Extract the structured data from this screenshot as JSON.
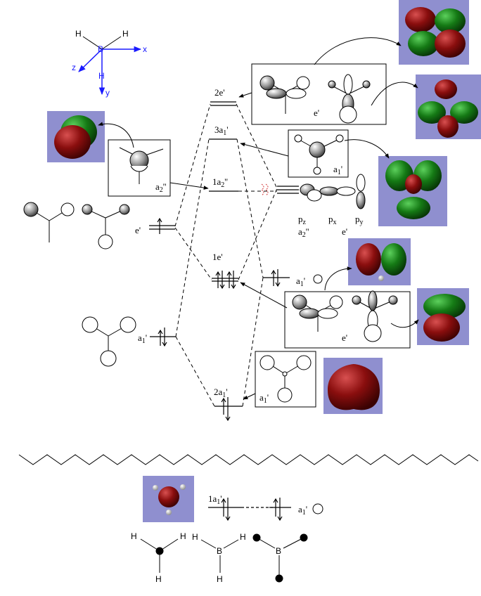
{
  "axes": {
    "x": "x",
    "y": "y",
    "z": "z"
  },
  "atoms": {
    "h": "H",
    "b": "B"
  },
  "levels": {
    "e2": "2e'",
    "a3_main": "3a",
    "a3_sub": "1",
    "a3_prime": "'",
    "a2pp_main": "1a",
    "a2pp_sub": "2",
    "a2pp_prime": "''",
    "e1": "1e'",
    "a2_main": "2a",
    "a2_sub": "1",
    "a2_prime": "'",
    "a1_main": "1a",
    "a1_sub": "1",
    "a1_prime": "'"
  },
  "sym": {
    "a1p_main": "a",
    "a1p_sub": "1",
    "a1p_prime": "'",
    "a2pp_main": "a",
    "a2pp_sub": "2",
    "a2pp_prime": "''",
    "ep": "e'"
  },
  "orbitals": {
    "pz_main": "p",
    "pz_sub": "z",
    "px_main": "p",
    "px_sub": "x",
    "py_main": "p",
    "py_sub": "y"
  },
  "colors": {
    "isoBg": "#8f8fcf",
    "red": "#7a0a0a",
    "green": "#0b6a10",
    "blue": "#1a1aff"
  }
}
